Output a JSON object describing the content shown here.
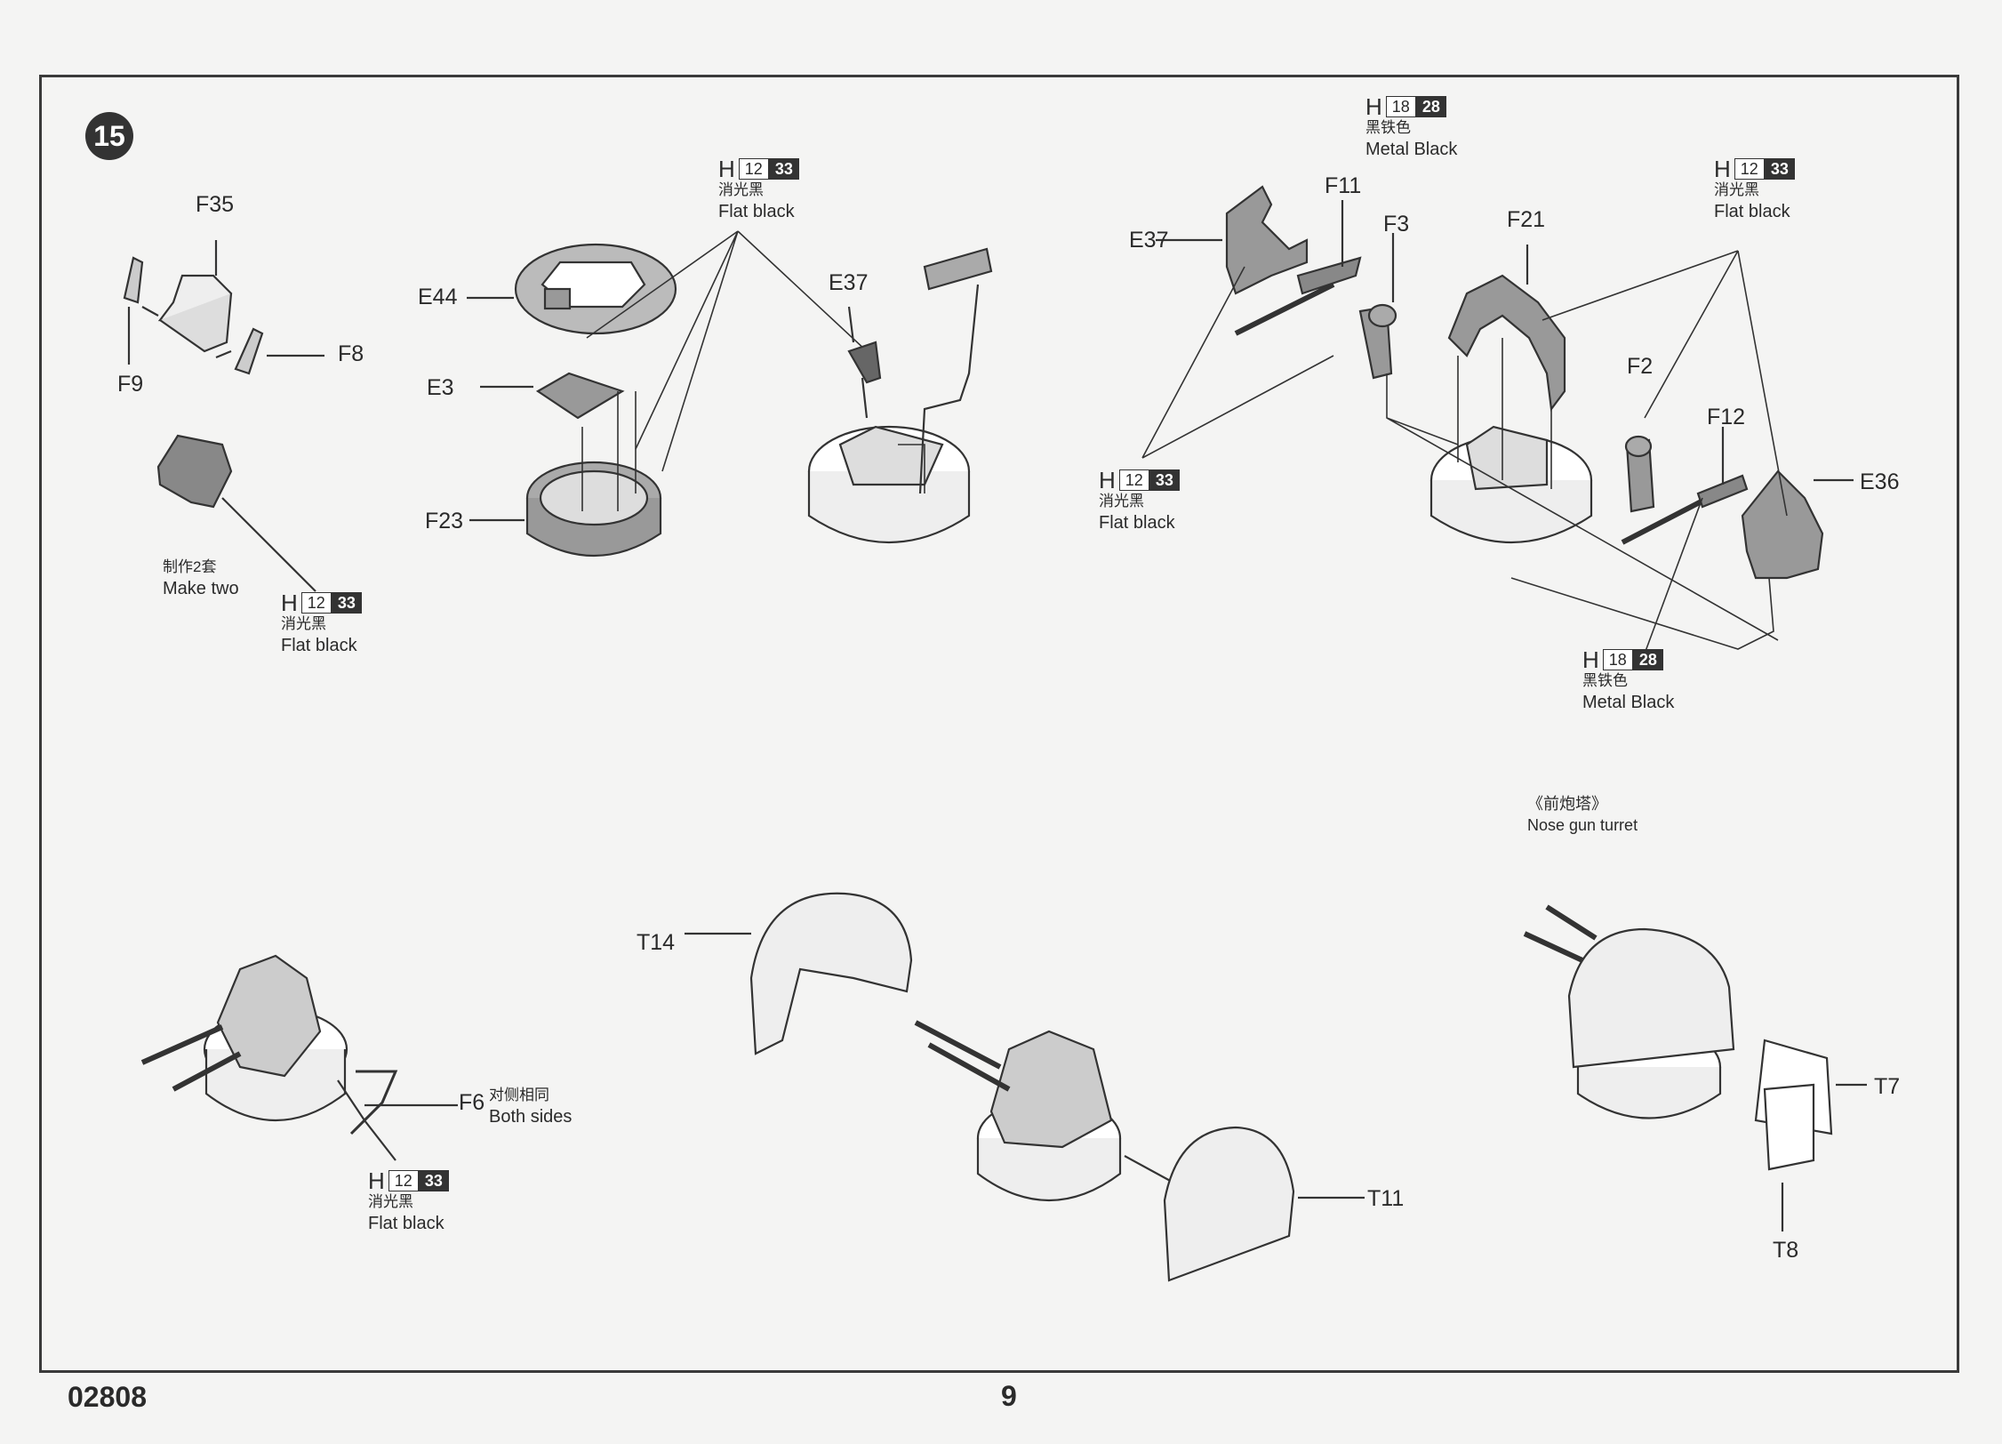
{
  "step_number": "15",
  "footer": {
    "kit_code": "02808",
    "page_number": "9"
  },
  "parts": {
    "F35": "F35",
    "F9": "F9",
    "F8": "F8",
    "E44": "E44",
    "E3": "E3",
    "F23": "F23",
    "E37a": "E37",
    "E37b": "E37",
    "F11": "F11",
    "F3": "F3",
    "F21": "F21",
    "F2": "F2",
    "F12": "F12",
    "E36": "E36",
    "F6": "F6",
    "T14": "T14",
    "T11": "T11",
    "T7": "T7",
    "T8": "T8"
  },
  "paints": {
    "flat_black": {
      "letter": "H",
      "num1": "12",
      "num2": "33",
      "zh": "消光黑",
      "en": "Flat black"
    },
    "metal_black": {
      "letter": "H",
      "num1": "18",
      "num2": "28",
      "zh": "黑铁色",
      "en": "Metal  Black"
    }
  },
  "notes": {
    "make_two_zh": "制作2套",
    "make_two_en": "Make two",
    "both_sides_zh": "对侧相同",
    "both_sides_en": "Both sides",
    "nose_turret_zh": "《前炮塔》",
    "nose_turret_en": "Nose gun turret"
  }
}
